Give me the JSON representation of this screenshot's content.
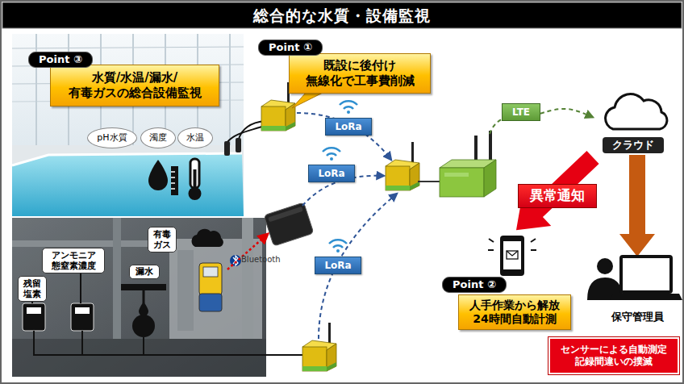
{
  "diagram": {
    "title": "総合的な水質・設備監視",
    "nodes": [
      {
        "text": [
          "Point ③"
        ]
      },
      {
        "text": [
          "水質/水温/漏水/ 有毒ガスの総合設備監視"
        ]
      },
      {
        "text": [
          "Point ①"
        ]
      },
      {
        "text": [
          "既設に後付け 無線化で工事費削減"
        ]
      },
      {
        "text": [
          "LoRa"
        ]
      },
      {
        "text": [
          "LTE"
        ]
      },
      {
        "text": [
          "クラウド"
        ]
      },
      {
        "text": [
          "pH水質"
        ]
      },
      {
        "text": [
          "濁度"
        ]
      },
      {
        "text": [
          "水温"
        ]
      },
      {
        "text": [
          "LoRa"
        ]
      },
      {
        "text": [
          "異常通知"
        ]
      },
      {
        "text": [
          "有毒 ガス"
        ]
      },
      {
        "text": [
          "アンモニア 態窒素濃度"
        ]
      },
      {
        "text": [
          "漏水"
        ]
      },
      {
        "text": [
          "LoRa"
        ]
      },
      {
        "text": [
          "残留 塩素"
        ]
      },
      {
        "text": [
          "Point ②"
        ]
      },
      {
        "text": [
          "人手作業から解放 24時間自動計測"
        ]
      },
      {
        "text": [
          "センサーによる自動測定 記録間違いの撲滅"
        ]
      }
    ],
    "edges": [
      {
        "from": 5,
        "to": 6,
        "arrow": "to"
      }
    ],
    "labels": [
      "Bluetooth",
      "保守管理員"
    ]
  }
}
